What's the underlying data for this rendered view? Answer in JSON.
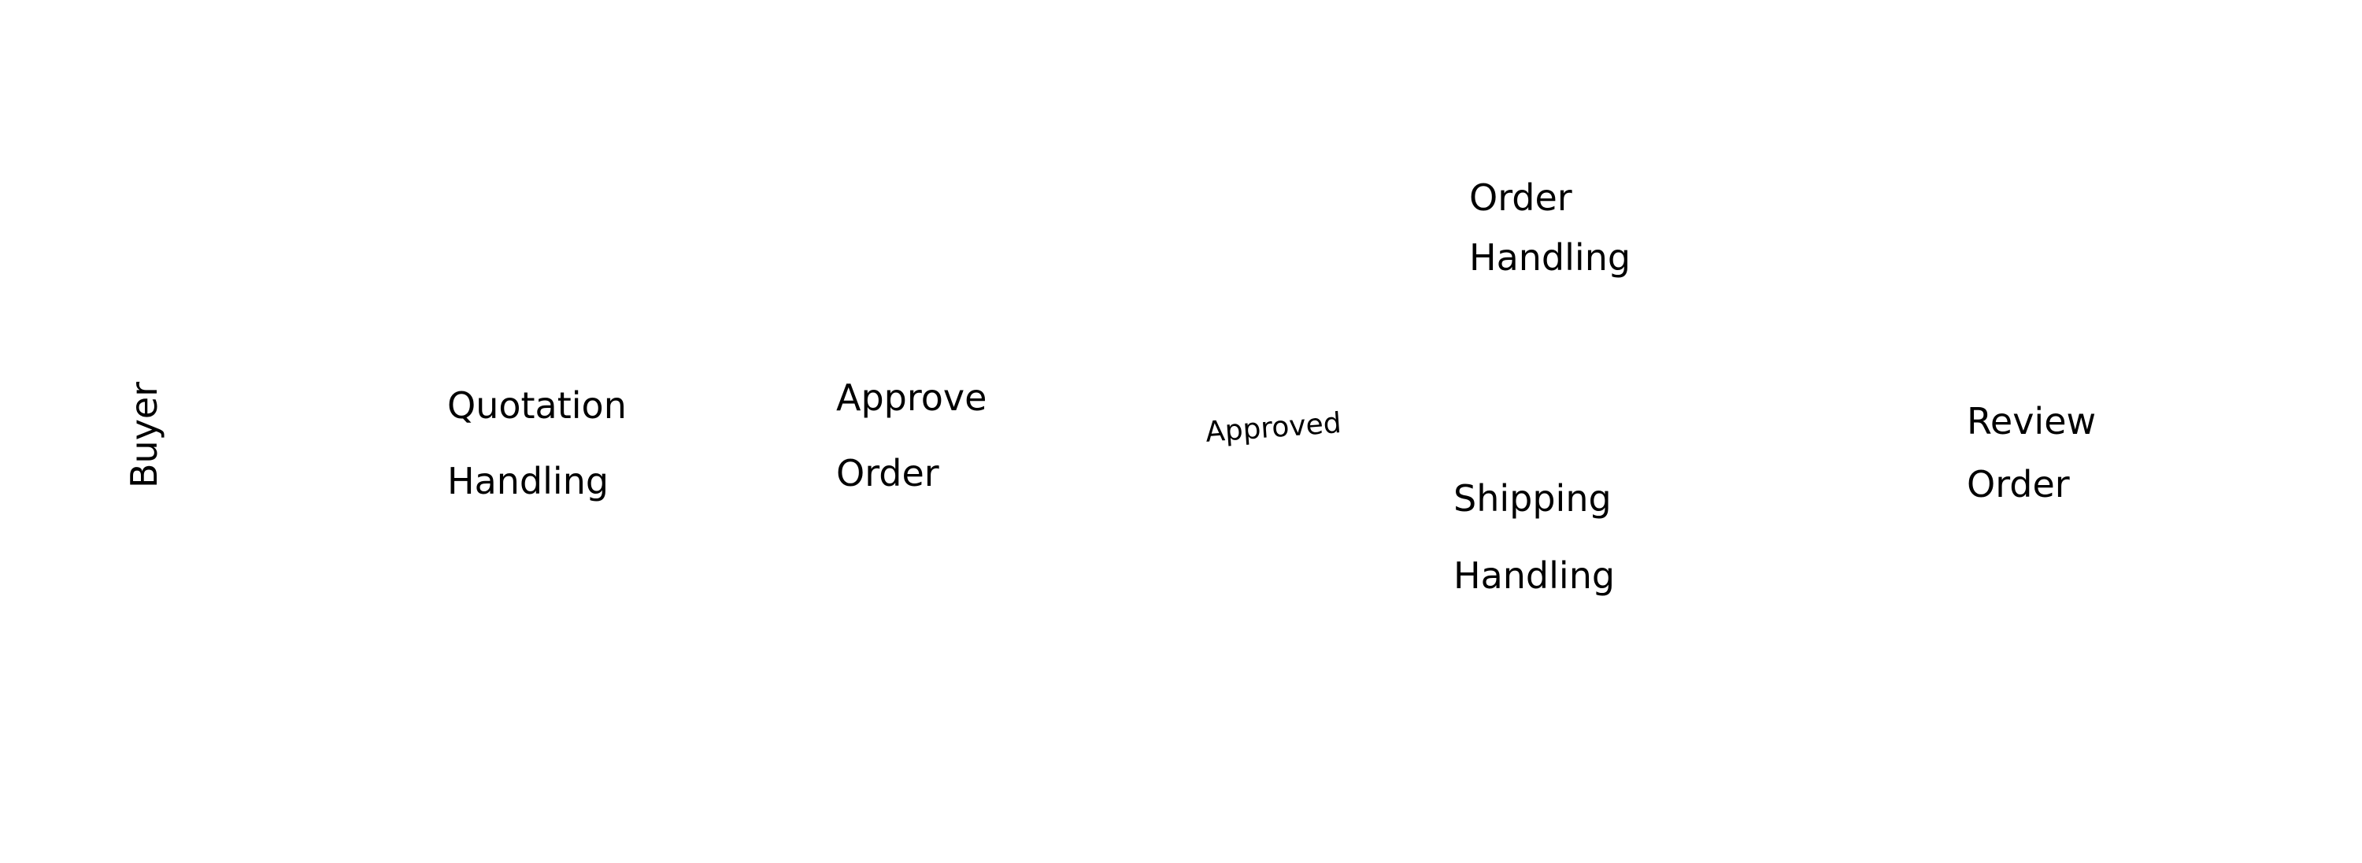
{
  "lane": {
    "label": "Buyer"
  },
  "nodes": {
    "quotation_handling": {
      "line1": "Quotation",
      "line2": "Handling"
    },
    "approve_order": {
      "line1": "Approve",
      "line2": "Order"
    },
    "order_handling": {
      "line1": "Order",
      "line2": "Handling"
    },
    "shipping_handling": {
      "line1": "Shipping",
      "line2": "Handling"
    },
    "review_order": {
      "line1": "Review",
      "line2": "Order"
    }
  },
  "edges": {
    "approved_label": "Approved"
  },
  "colors": {
    "background": "#ffffff",
    "ink": "#000000"
  }
}
